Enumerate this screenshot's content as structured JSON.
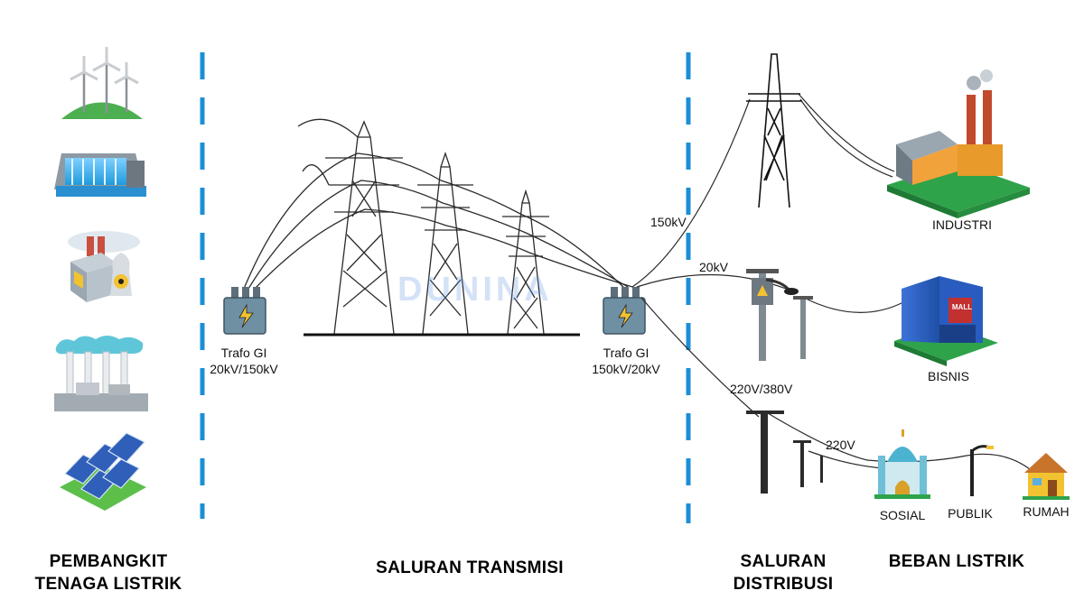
{
  "sections": {
    "generation": [
      "PEMBANGKIT",
      "TENAGA LISTRIK"
    ],
    "transmission": "SALURAN TRANSMISI",
    "distribution": [
      "SALURAN",
      "DISTRIBUSI"
    ],
    "load": "BEBAN LISTRIK"
  },
  "transformers": {
    "left": {
      "name": "Trafo GI",
      "ratio": "20kV/150kV"
    },
    "right": {
      "name": "Trafo GI",
      "ratio": "150kV/20kV"
    }
  },
  "voltages": {
    "industry": "150kV",
    "business": "20kV",
    "low": "220V/380V",
    "household": "220V"
  },
  "loads": {
    "industry": "INDUSTRI",
    "business": "BISNIS",
    "social": "SOSIAL",
    "public": "PUBLIK",
    "home": "RUMAH",
    "mall_sign": "MALL"
  },
  "watermark": "DUNIN",
  "watermark_tail": "A",
  "colors": {
    "divider": "#1b8fd6",
    "tower": "#2b2b2b",
    "transformer": "#6f8fa3",
    "ground": "#3aa33a"
  },
  "icons": [
    "wind-turbine-icon",
    "hydro-dam-icon",
    "nuclear-plant-icon",
    "steam-plant-icon",
    "solar-panel-icon",
    "transformer-icon",
    "transmission-tower-icon",
    "factory-icon",
    "mall-icon",
    "mosque-icon",
    "street-lamp-icon",
    "house-icon"
  ]
}
